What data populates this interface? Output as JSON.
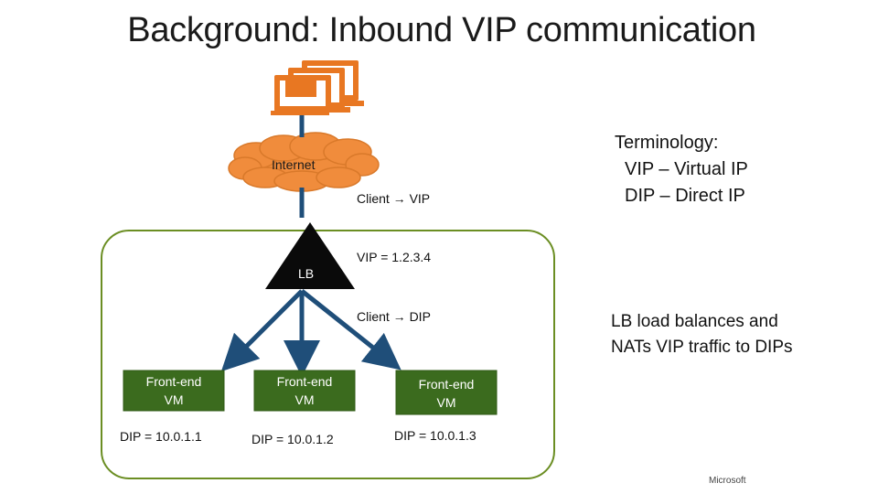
{
  "title": "Background: Inbound VIP communication",
  "internet_label": "Internet",
  "lb_label": "LB",
  "flow_labels": {
    "client_vip": "Client → VIP",
    "vip_value": "VIP = 1.2.3.4",
    "client_dip": "Client → DIP"
  },
  "terminology": {
    "heading": "Terminology:",
    "vip": "VIP – Virtual IP",
    "dip": "DIP – Direct IP"
  },
  "lb_note": {
    "line1": "LB load balances and",
    "line2": "NATs VIP traffic to DIPs"
  },
  "vms": [
    {
      "line1": "Front-end",
      "line2": "VM",
      "dip": "DIP = 10.0.1.1"
    },
    {
      "line1": "Front-end",
      "line2": "VM",
      "dip": "DIP = 10.0.1.2"
    },
    {
      "line1": "Front-end",
      "line2": "VM",
      "dip": "DIP = 10.0.1.3"
    }
  ],
  "footer": "Microsoft",
  "icons": {
    "clients": "computer-icon",
    "internet": "cloud-icon",
    "lb": "triangle-icon"
  },
  "colors": {
    "computers": "#e87722",
    "cloud": "#f08c3c",
    "arrow": "#1f4e79",
    "datacenter_border": "#6b8e23",
    "vm_fill": "#3b6b1e",
    "lb_fill": "#0a0a0a"
  }
}
